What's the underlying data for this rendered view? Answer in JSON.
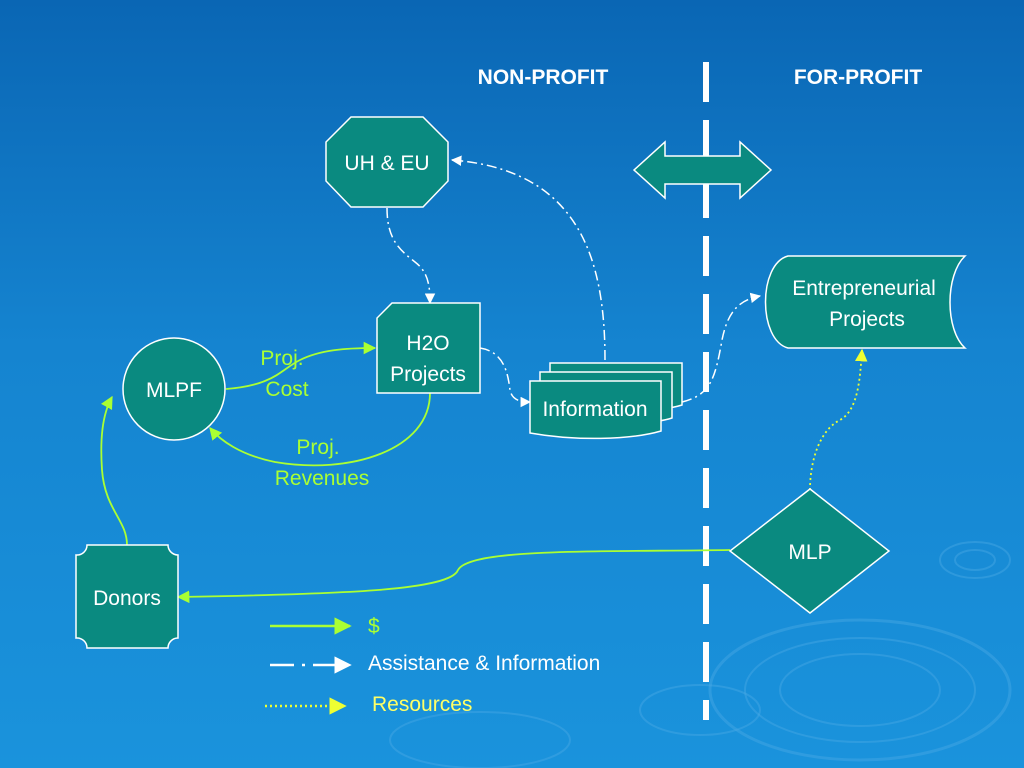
{
  "headers": {
    "left": "NON-PROFIT",
    "right": "FOR-PROFIT"
  },
  "nodes": {
    "uh_eu": "UH & EU",
    "h2o_line1": "H2O",
    "h2o_line2": "Projects",
    "mlpf": "MLPF",
    "information": "Information",
    "entre_line1": "Entrepreneurial",
    "entre_line2": "Projects",
    "mlp": "MLP",
    "donors": "Donors"
  },
  "edge_labels": {
    "proj_cost_line1": "Proj.",
    "proj_cost_line2": "Cost",
    "proj_rev_line1": "Proj.",
    "proj_rev_line2": "Revenues"
  },
  "legend": {
    "money": "$",
    "assistance": "Assistance & Information",
    "resources": "Resources"
  },
  "colors": {
    "node_fill": "#0a8a80",
    "node_stroke": "#ffffff",
    "money": "#aaff33",
    "resources": "#eeff33",
    "assistance": "#ffffff"
  }
}
